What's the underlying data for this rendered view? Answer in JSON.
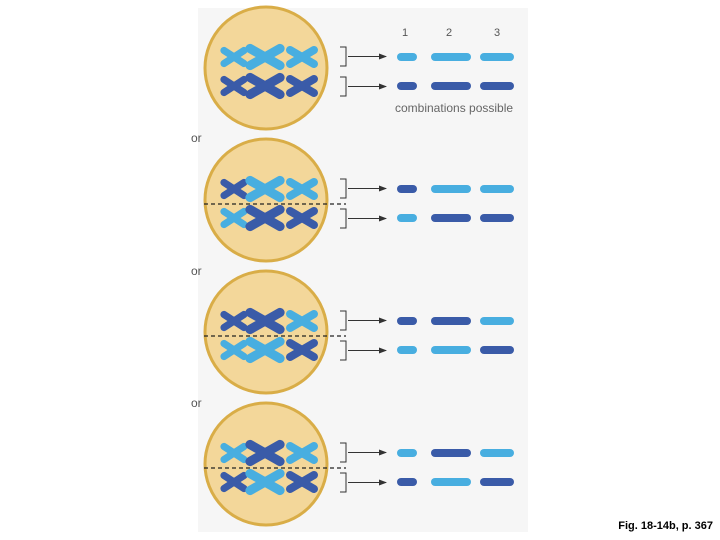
{
  "column_labels": [
    "1",
    "2",
    "3"
  ],
  "combinations_label": "combinations possible",
  "or_label": "or",
  "caption": "Fig. 18-14b, p. 367",
  "colors": {
    "cell_fill": "#f3d79a",
    "cell_border": "#d9ad47",
    "dark_chromosome": "#3a5ba8",
    "light_chromosome": "#48aee0",
    "panel_background": "#f6f6f6"
  },
  "cells": [
    {
      "metaphase_plate": false,
      "top_row": [
        "light",
        "light",
        "light"
      ],
      "bottom_row": [
        "dark",
        "dark",
        "dark"
      ],
      "gametes_top": [
        "light",
        "light",
        "light"
      ],
      "gametes_bottom": [
        "dark",
        "dark",
        "dark"
      ]
    },
    {
      "metaphase_plate": true,
      "top_row": [
        "dark",
        "light",
        "light"
      ],
      "bottom_row": [
        "light",
        "dark",
        "dark"
      ],
      "gametes_top": [
        "dark",
        "light",
        "light"
      ],
      "gametes_bottom": [
        "light",
        "dark",
        "dark"
      ]
    },
    {
      "metaphase_plate": true,
      "top_row": [
        "dark",
        "dark",
        "light"
      ],
      "bottom_row": [
        "light",
        "light",
        "dark"
      ],
      "gametes_top": [
        "dark",
        "dark",
        "light"
      ],
      "gametes_bottom": [
        "light",
        "light",
        "dark"
      ]
    },
    {
      "metaphase_plate": true,
      "top_row": [
        "light",
        "dark",
        "light"
      ],
      "bottom_row": [
        "dark",
        "light",
        "dark"
      ],
      "gametes_top": [
        "light",
        "dark",
        "light"
      ],
      "gametes_bottom": [
        "dark",
        "light",
        "dark"
      ]
    }
  ]
}
